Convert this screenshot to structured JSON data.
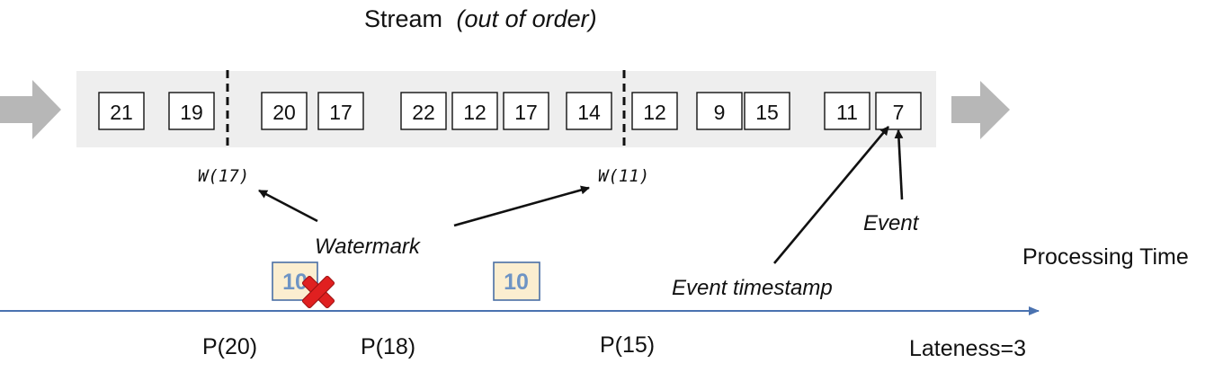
{
  "title": {
    "main": "Stream",
    "suffix": "(out of order)"
  },
  "stream_events": [
    "21",
    "19",
    "20",
    "17",
    "22",
    "12",
    "17",
    "14",
    "12",
    "9",
    "15",
    "11",
    "7"
  ],
  "watermark_markers": [
    "W(17)",
    "W(11)"
  ],
  "labels": {
    "watermark": "Watermark",
    "event": "Event",
    "event_timestamp": "Event timestamp",
    "processing_time": "Processing Time",
    "lateness": "Lateness=3"
  },
  "late_events": [
    {
      "value": "10",
      "dropped": true
    },
    {
      "value": "10",
      "dropped": false
    }
  ],
  "processing_marks": [
    "P(20)",
    "P(18)",
    "P(15)"
  ],
  "colors": {
    "stream_band": "#eeeeee",
    "flow_arrow": "#b7b7b7",
    "timeline": "#4a72b0",
    "late_box_fill": "#fbeed0",
    "late_box_text": "#6e94c4",
    "drop_mark": "#e02020"
  }
}
